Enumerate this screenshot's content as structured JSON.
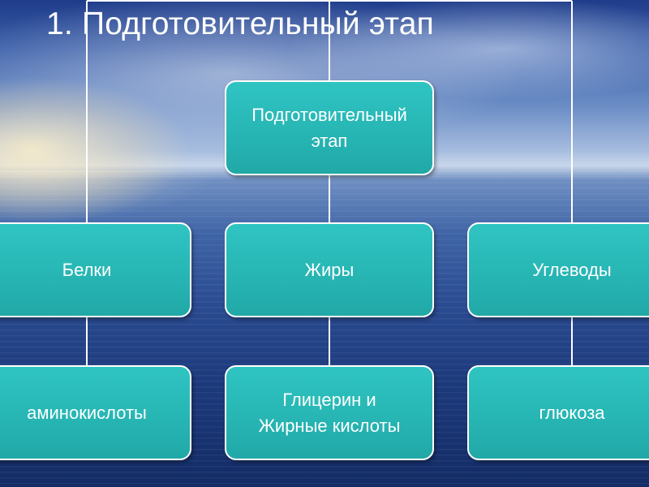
{
  "title": "1. Подготовительный этап",
  "diagram": {
    "root": "Подготовительный\nэтап",
    "columns": [
      {
        "substance": "Белки",
        "product": "аминокислоты"
      },
      {
        "substance": "Жиры",
        "product": "Глицерин и\nЖирные кислоты"
      },
      {
        "substance": "Углеводы",
        "product": "глюкоза"
      }
    ]
  },
  "colors": {
    "node_fill": "#27b6b4",
    "node_border": "#ffffff",
    "connector": "#ffffff",
    "text": "#ffffff"
  }
}
